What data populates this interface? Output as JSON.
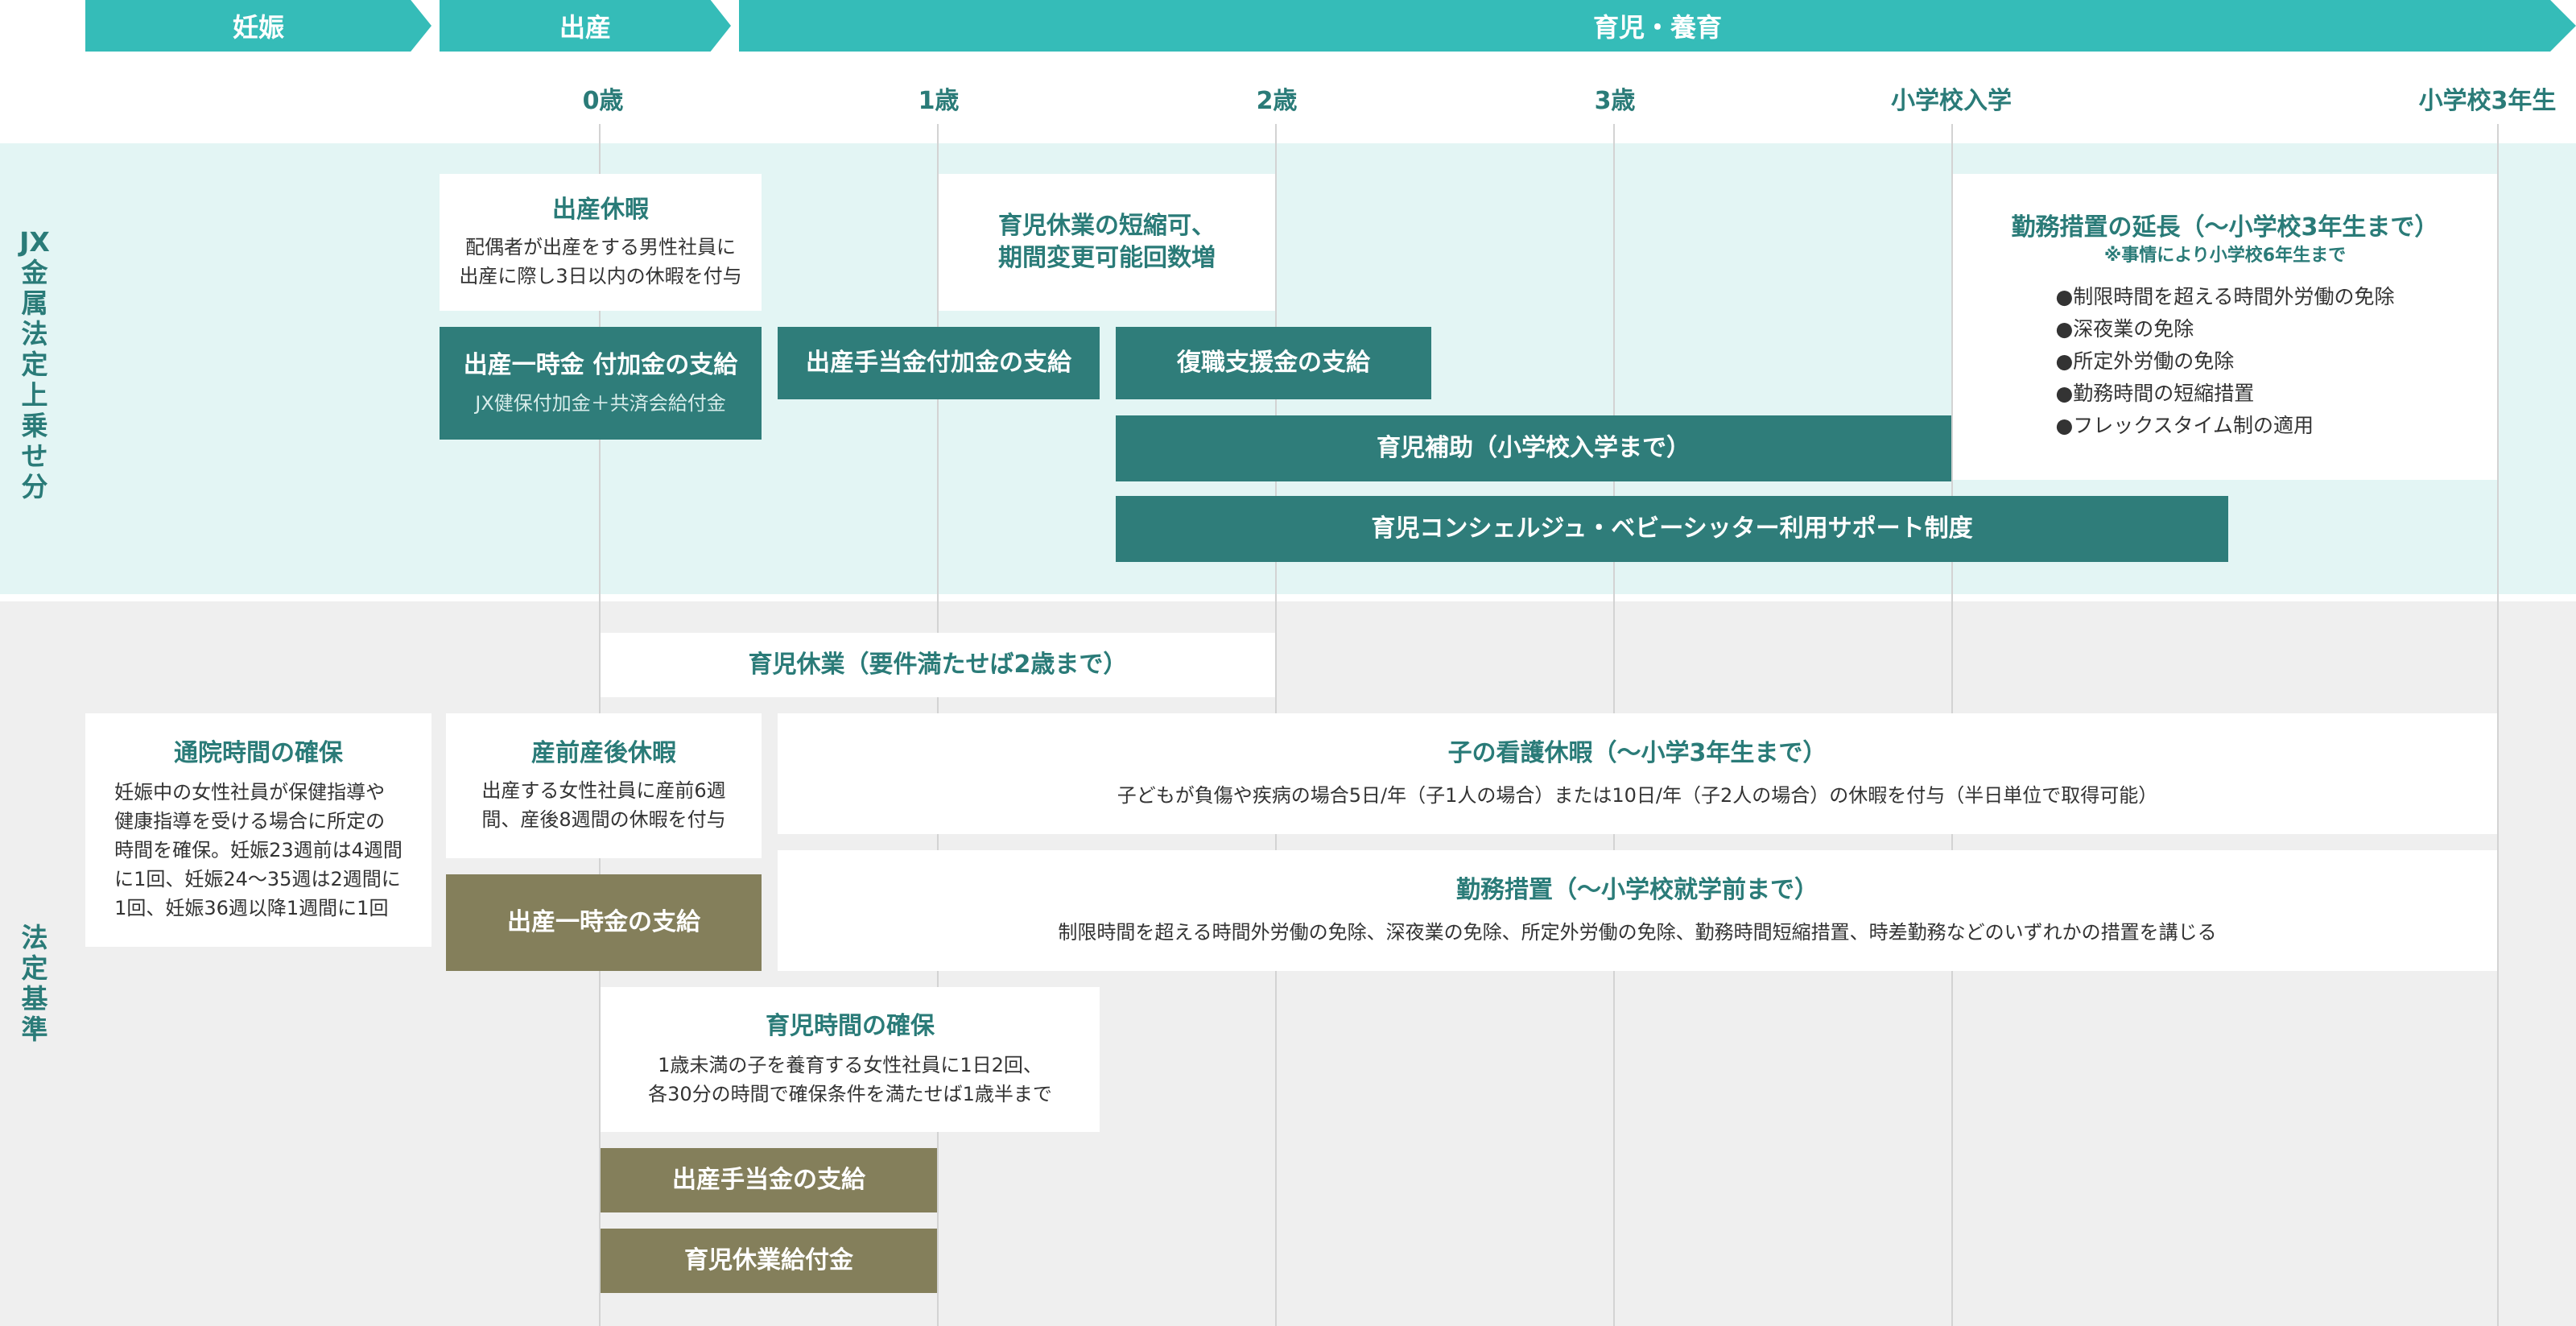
{
  "phases": {
    "pregnancy": "妊娠",
    "birth": "出産",
    "childcare": "育児・養育"
  },
  "ages": [
    "0歳",
    "1歳",
    "2歳",
    "3歳",
    "小学校入学",
    "小学校3年生"
  ],
  "side_labels": {
    "upper_lines": [
      "JX",
      "金",
      "属",
      "法",
      "定",
      "上",
      "乗",
      "せ",
      "分"
    ],
    "lower_lines": [
      "法",
      "定",
      "基",
      "準"
    ]
  },
  "upper": {
    "maternity_leave": {
      "title": "出産休暇",
      "body_lines": [
        "配偶者が出産をする男性社員に",
        "出産に際し3日以内の休暇を付与"
      ]
    },
    "childcare_leave_shortening": {
      "lines": [
        "育児休業の短縮可、",
        "期間変更可能回数増"
      ]
    },
    "work_measures_extension": {
      "title": "勤務措置の延長（〜小学校3年生まで）",
      "note": "※事情により小学校6年生まで",
      "bullets": [
        "●制限時間を超える時間外労働の免除",
        "●深夜業の免除",
        "●所定外労働の免除",
        "●勤務時間の短縮措置",
        "●フレックスタイム制の適用"
      ]
    },
    "lump_sum_addition": {
      "title": "出産一時金 付加金の支給",
      "sub": "JX健保付加金＋共済会給付金"
    },
    "birth_allowance_addition": {
      "title": "出産手当金付加金の支給"
    },
    "return_support": {
      "title": "復職支援金の支給"
    },
    "childcare_subsidy": {
      "title": "育児補助（小学校入学まで）"
    },
    "concierge": {
      "title": "育児コンシェルジュ・ベビーシッター利用サポート制度"
    }
  },
  "lower": {
    "childcare_leave": {
      "title": "育児休業（要件満たせば2歳まで）"
    },
    "hospital_visit": {
      "title": "通院時間の確保",
      "body_lines": [
        "妊娠中の女性社員が保健指導や",
        "健康指導を受ける場合に所定の",
        "時間を確保。妊娠23週前は4週間",
        "に1回、妊娠24〜35週は2週間に",
        "1回、妊娠36週以降1週間に1回"
      ]
    },
    "prenatal_postnatal_leave": {
      "title": "産前産後休暇",
      "body_lines": [
        "出産する女性社員に産前6週",
        "間、産後8週間の休暇を付与"
      ]
    },
    "child_nursing_leave": {
      "title": "子の看護休暇（〜小学3年生まで）",
      "body": "子どもが負傷や疾病の場合5日/年（子1人の場合）または10日/年（子2人の場合）の休暇を付与（半日単位で取得可能）"
    },
    "lump_sum": {
      "title": "出産一時金の支給"
    },
    "work_measures": {
      "title": "勤務措置（〜小学校就学前まで）",
      "body": "制限時間を超える時間外労働の免除、深夜業の免除、所定外労働の免除、勤務時間短縮措置、時差勤務などのいずれかの措置を講じる"
    },
    "nursing_time": {
      "title": "育児時間の確保",
      "body_lines": [
        "1歳未満の子を養育する女性社員に1日2回、",
        "各30分の時間で確保条件を満たせば1歳半まで"
      ]
    },
    "birth_allowance": {
      "title": "出産手当金の支給"
    },
    "childcare_benefit": {
      "title": "育児休業給付金"
    }
  },
  "colors": {
    "phase": "#35bcb8",
    "upper_band": "#e3f5f4",
    "lower_band": "#efefef",
    "teal_box": "#2f7d7a",
    "olive_box": "#847f5b",
    "accent_text": "#2a7b78"
  }
}
